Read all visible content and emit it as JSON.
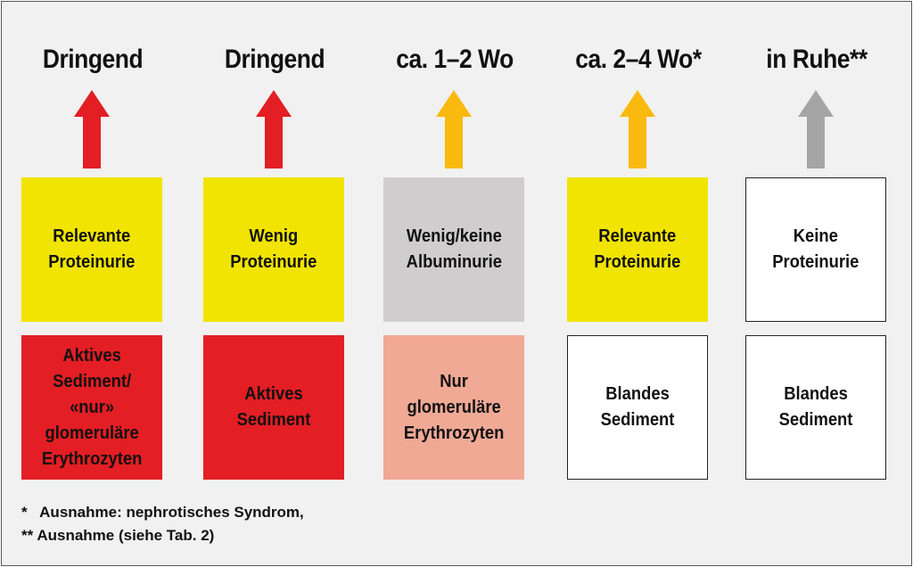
{
  "columns": [
    {
      "header": "Dringend",
      "arrow_color": "#e31e24",
      "upper": {
        "text": "Relevante\nProteinurie",
        "bg": "#f1e400",
        "outlined": false
      },
      "lower": {
        "text": "Aktives\nSediment/\n«nur»\nglomeruläre\nErythrozyten",
        "bg": "#e31e24",
        "outlined": false
      }
    },
    {
      "header": "Dringend",
      "arrow_color": "#e31e24",
      "upper": {
        "text": "Wenig\nProteinurie",
        "bg": "#f1e400",
        "outlined": false
      },
      "lower": {
        "text": "Aktives\nSediment",
        "bg": "#e31e24",
        "outlined": false
      }
    },
    {
      "header": "ca. 1–2 Wo",
      "arrow_color": "#f9b90f",
      "upper": {
        "text": "Wenig/keine\nAlbuminurie",
        "bg": "#cfcdcd",
        "outlined": false
      },
      "lower": {
        "text": "Nur\nglomeruläre\nErythrozyten",
        "bg": "#efa995",
        "outlined": false
      }
    },
    {
      "header": "ca. 2–4  Wo*",
      "arrow_color": "#f9b90f",
      "upper": {
        "text": "Relevante\nProteinurie",
        "bg": "#f1e400",
        "outlined": false
      },
      "lower": {
        "text": "Blandes\nSediment",
        "bg": "#ffffff",
        "outlined": true
      }
    },
    {
      "header": "in Ruhe**",
      "arrow_color": "#a5a5a5",
      "upper": {
        "text": "Keine\nProteinurie",
        "bg": "#ffffff",
        "outlined": true
      },
      "lower": {
        "text": "Blandes\nSediment",
        "bg": "#ffffff",
        "outlined": true
      }
    }
  ],
  "footnotes": [
    "*   Ausnahme: nephrotisches Syndrom,",
    "** Ausnahme (siehe Tab. 2)"
  ]
}
